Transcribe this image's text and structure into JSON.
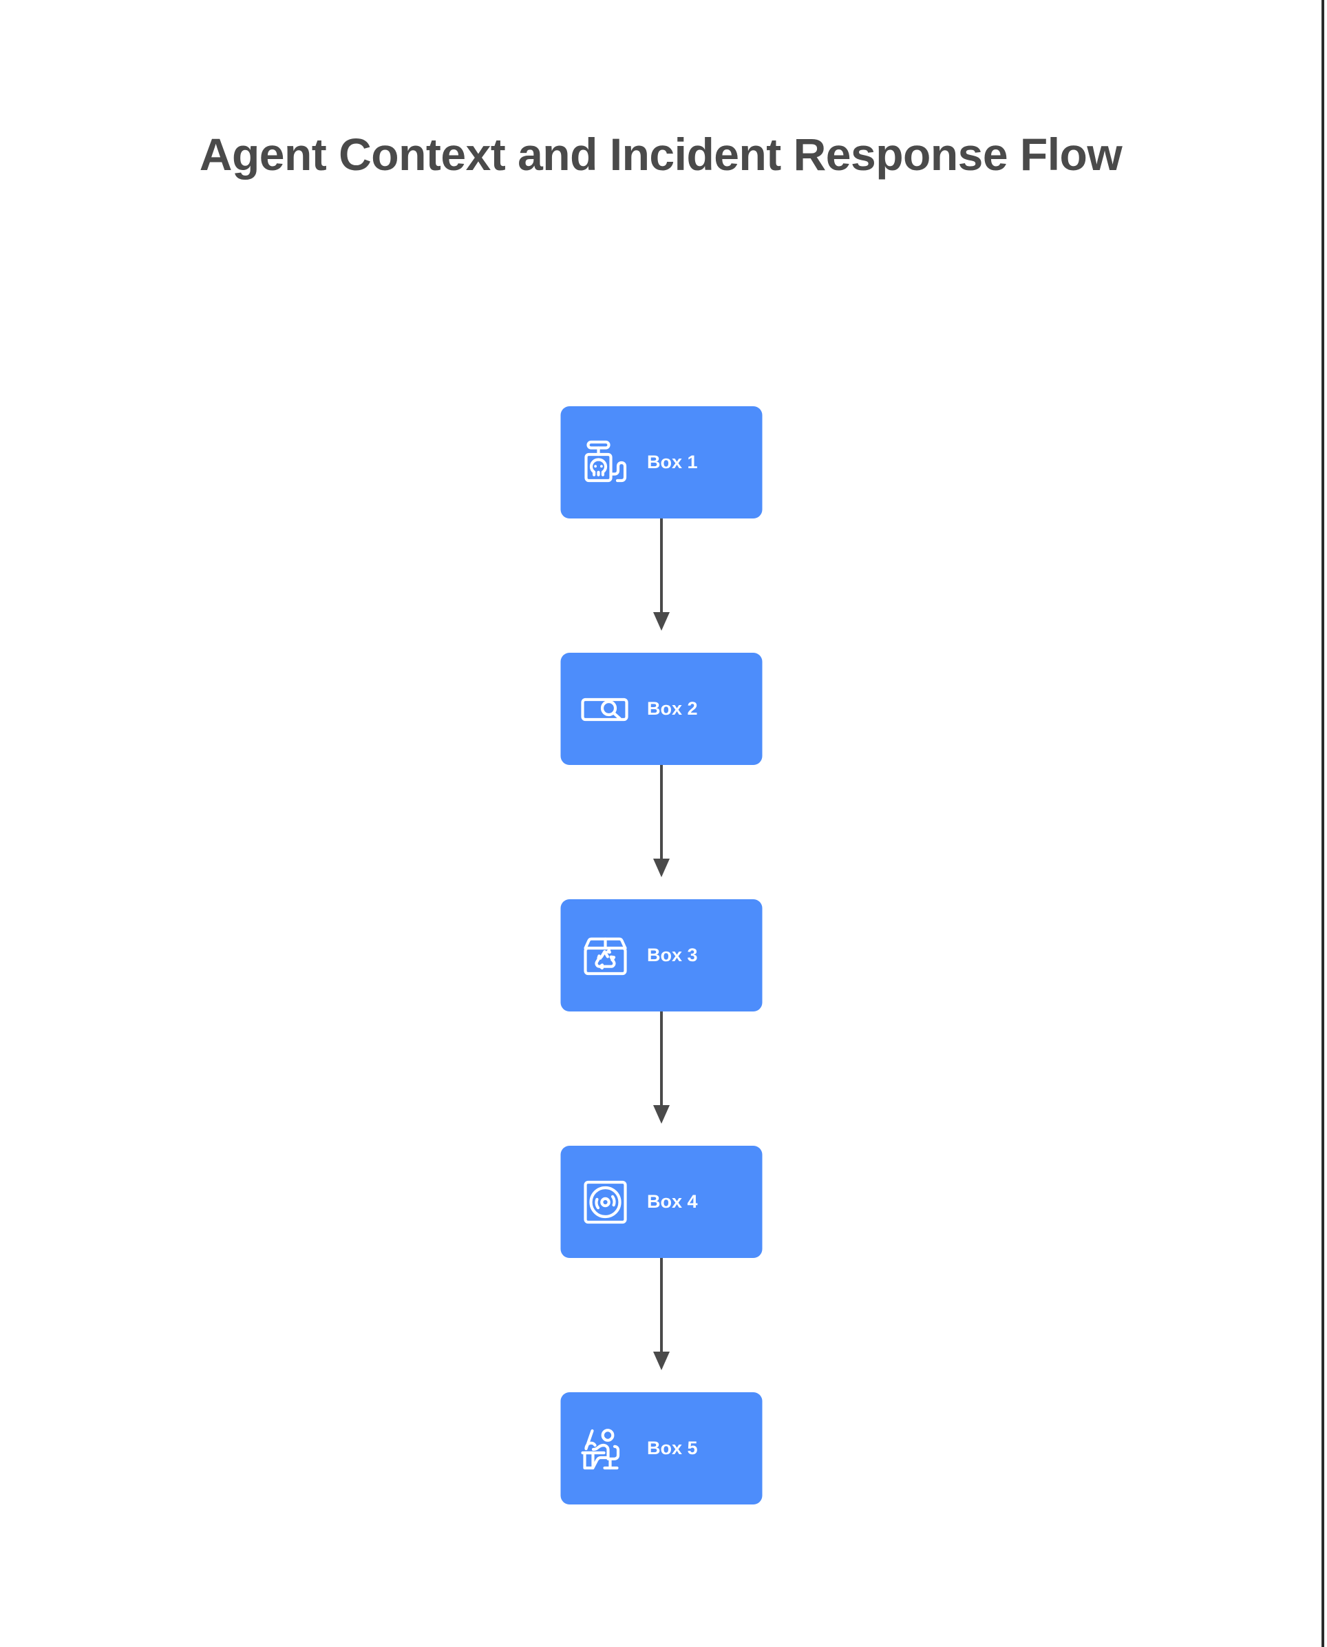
{
  "diagram": {
    "title": "Agent Context and Incident Response Flow",
    "type": "vertical-flowchart",
    "orientation": "top-to-bottom",
    "node_fill_color": "#4d8dfb",
    "node_label_color": "#ffffff",
    "title_color": "#4a4a4a",
    "connector_color": "#4a4a4a",
    "background_color": "#ffffff",
    "nodes": [
      {
        "id": "box-1",
        "label": "Box 1",
        "icon": "detonator-skull-icon"
      },
      {
        "id": "box-2",
        "label": "Box 2",
        "icon": "search-box-icon"
      },
      {
        "id": "box-3",
        "label": "Box 3",
        "icon": "recycling-package-icon"
      },
      {
        "id": "box-4",
        "label": "Box 4",
        "icon": "vinyl-record-sleeve-icon"
      },
      {
        "id": "box-5",
        "label": "Box 5",
        "icon": "person-at-desk-icon"
      }
    ],
    "connectors": [
      {
        "from": "Box 1",
        "to": "Box 2",
        "style": "solid-arrow-down"
      },
      {
        "from": "Box 2",
        "to": "Box 3",
        "style": "solid-arrow-down"
      },
      {
        "from": "Box 3",
        "to": "Box 4",
        "style": "solid-arrow-down"
      },
      {
        "from": "Box 4",
        "to": "Box 5",
        "style": "solid-arrow-down"
      }
    ]
  }
}
